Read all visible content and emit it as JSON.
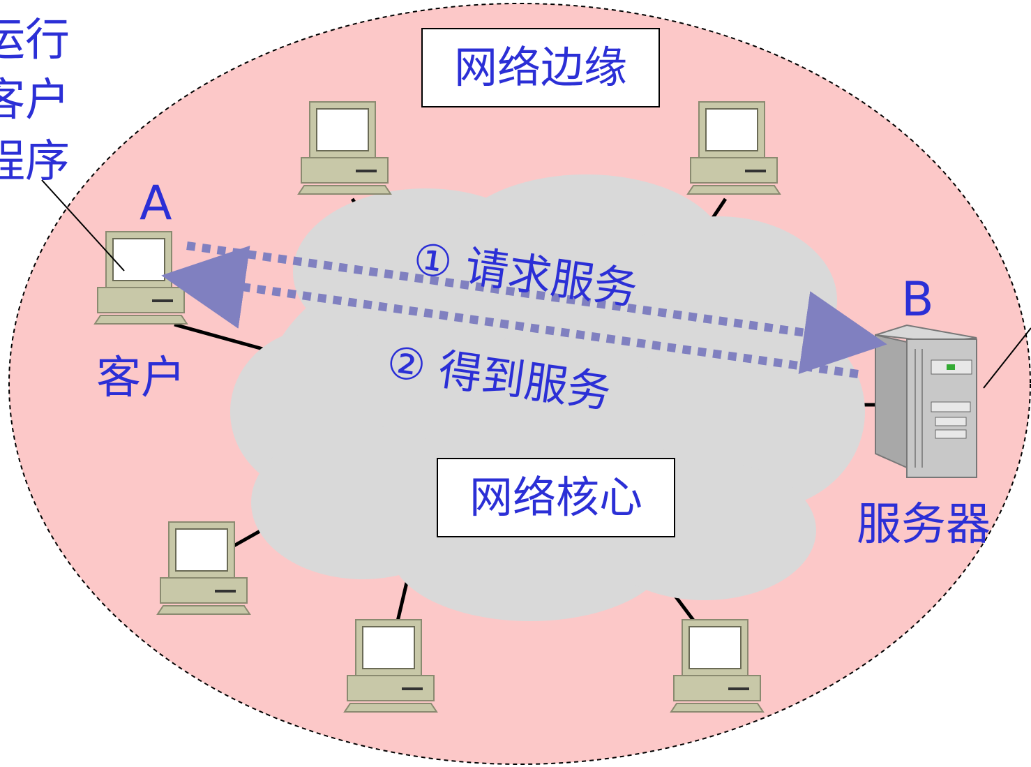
{
  "labels": {
    "edge_box": "网络边缘",
    "core_box": "网络核心",
    "run_client_line1": "运行",
    "run_client_line2": "客户",
    "run_client_line3": "程序",
    "host_a": "A",
    "host_a_caption": "客户",
    "host_b": "B",
    "host_b_caption": "服务器",
    "request": "① 请求服务",
    "response": "② 得到服务"
  },
  "colors": {
    "edge_fill": "#fcc8c8",
    "cloud_fill": "#d9d9d9",
    "text_blue": "#2b2fd6",
    "arrow": "#8080c0",
    "computer_body": "#c8c8a8"
  },
  "icons": {
    "computer": "desktop-computer-icon",
    "server": "server-tower-icon"
  }
}
